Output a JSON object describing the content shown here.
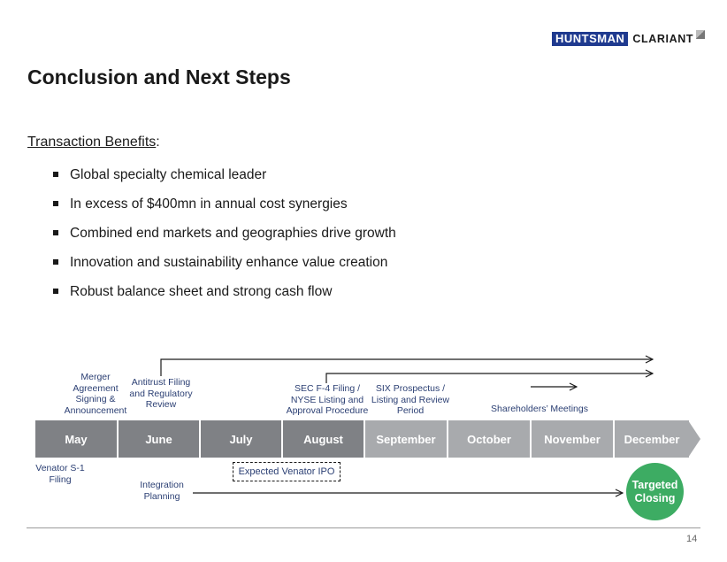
{
  "header": {
    "brand_primary": "HUNTSMAN",
    "brand_secondary": "CLARIANT",
    "brand_color": "#1f3a8f"
  },
  "title": "Conclusion and Next Steps",
  "benefits": {
    "heading": "Transaction Benefits",
    "colon": ":",
    "items": [
      "Global specialty chemical leader",
      "In excess of $400mn in annual cost synergies",
      "Combined end markets and geographies drive growth",
      "Innovation and sustainability enhance value creation",
      "Robust balance sheet and strong cash flow"
    ]
  },
  "timeline": {
    "months": [
      "May",
      "June",
      "July",
      "August",
      "September",
      "October",
      "November",
      "December"
    ],
    "above": {
      "merger": "Merger Agreement Signing & Announcement",
      "antitrust": "Antitrust Filing and Regulatory Review",
      "secf4": "SEC F-4  Filing / NYSE Listing and Approval Procedure",
      "six": "SIX Prospectus / Listing and Review Period",
      "shareholders": "Shareholders’ Meetings"
    },
    "below": {
      "venator_s1": "Venator S-1 Filing",
      "integration": "Integration Planning",
      "expected_ipo": "Expected Venator IPO",
      "closing": "Targeted Closing"
    },
    "colors": {
      "month_light": "#a8aaad",
      "month_dark": "#7f8185",
      "label_text": "#2b3f73",
      "closing": "#3dac63"
    }
  },
  "footer": {
    "page_number": "14"
  }
}
